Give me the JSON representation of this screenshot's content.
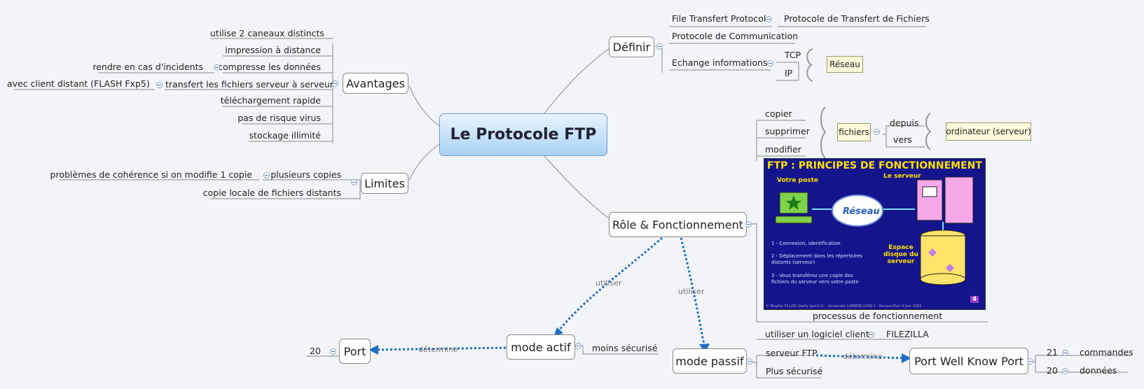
{
  "central": "Le Protocole FTP",
  "avantages": {
    "label": "Avantages",
    "items": [
      "utilise 2 caneaux distincts",
      "impression à distance",
      "compresse les données",
      "transfert les fichiers serveur à serveur",
      "téléchargement rapide",
      "pas de risque virus",
      "stockage illimité"
    ],
    "compresse_sub": "rendre en cas d'incidents",
    "transfert_sub": "avec client distant (FLASH Fxp5)"
  },
  "limites": {
    "label": "Limites",
    "items": [
      "plusieurs copies",
      "copie locale de fichiers distants"
    ],
    "plusieurs_sub": "problèmes de cohérence si on modifie 1 copie"
  },
  "definir": {
    "label": "Définir",
    "file_transfert": "File Transfert Protocol",
    "file_transfert_sub": "Protocole de Transfert de Fichiers",
    "protocole_comm": "Protocole de Communication",
    "echange": "Echange informations",
    "tcp": "TCP",
    "ip": "IP",
    "reseau": "Réseau"
  },
  "role": {
    "label": "Rôle & Fonctionnement",
    "actions": [
      "copier",
      "supprimer",
      "modifier"
    ],
    "fichiers": "fichiers",
    "depuis": "depuis",
    "vers": "vers",
    "ordinateur": "ordinateur (serveur)",
    "processus": "processus de fonctionnement",
    "client": "utiliser un logiciel client",
    "filezilla": "FILEZILLA",
    "utiliser": "utiliser"
  },
  "ftp_image": {
    "title": "FTP : PRINCIPES DE FONCTIONNEMENT",
    "votre_poste": "Votre poste",
    "le_serveur": "Le serveur",
    "reseau": "Réseau",
    "espace": "Espace disque du serveur",
    "step1": "1 - Connexion, identification",
    "step2": "2 - Déplacement dans les répertoires distants (serveur)",
    "step3": "3 - Vous transférez une copie des fichiers du serveur vers votre poste",
    "footer": "© Brigitte FILLON (bailly-lyon2.fr) - Université LUMIERE-LYON 2 - Horizon/Port 4 Juin 2003",
    "page": "4"
  },
  "mode_actif": {
    "label": "mode actif",
    "moins": "moins sécurisé",
    "determine": "détermine",
    "port": "Port",
    "port_value": "20"
  },
  "mode_passif": {
    "label": "mode passif",
    "serveur_ftp": "serveur FTP",
    "plus": "Plus sécurisé",
    "determine": "détermine",
    "wkp": "Port Well Know Port",
    "p21": "21",
    "p21_label": "commandes",
    "p20": "20",
    "p20_label": "données"
  },
  "colors": {
    "relationship": "#1f6fc4",
    "central_top": "#e9f4ff",
    "central_bottom": "#a9d2f6"
  }
}
